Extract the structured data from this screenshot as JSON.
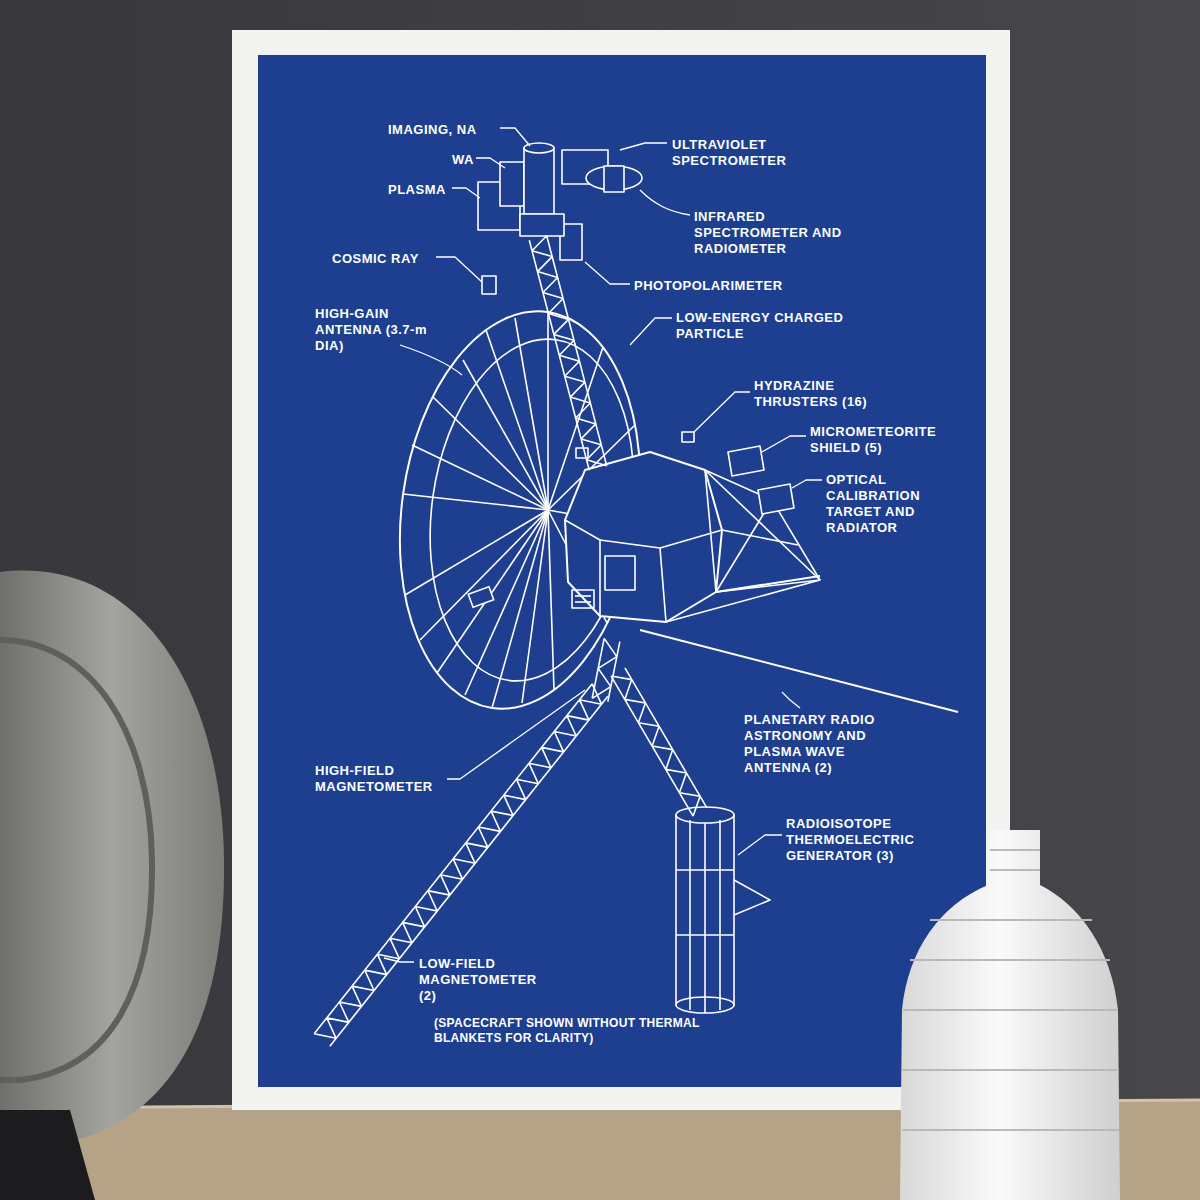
{
  "diagram": {
    "labels": [
      "IMAGING, NA",
      "WA",
      "PLASMA",
      "ULTRAVIOLET SPECTROMETER",
      "INFRARED SPECTROMETER AND RADIOMETER",
      "COSMIC RAY",
      "PHOTOPOLARIMETER",
      "HIGH-GAIN ANTENNA (3.7-m DIA)",
      "LOW-ENERGY CHARGED PARTICLE",
      "HYDRAZINE THRUSTERS (16)",
      "MICROMETEORITE SHIELD (5)",
      "OPTICAL CALIBRATION TARGET AND RADIATOR",
      "PLANETARY RADIO ASTRONOMY AND PLASMA WAVE ANTENNA (2)",
      "HIGH-FIELD MAGNETOMETER",
      "RADIOISOTOPE THERMOELECTRIC GENERATOR (3)",
      "LOW-FIELD MAGNETOMETER (2)",
      "(SPACECRAFT SHOWN WITHOUT THERMAL BLANKETS FOR CLARITY)"
    ]
  }
}
